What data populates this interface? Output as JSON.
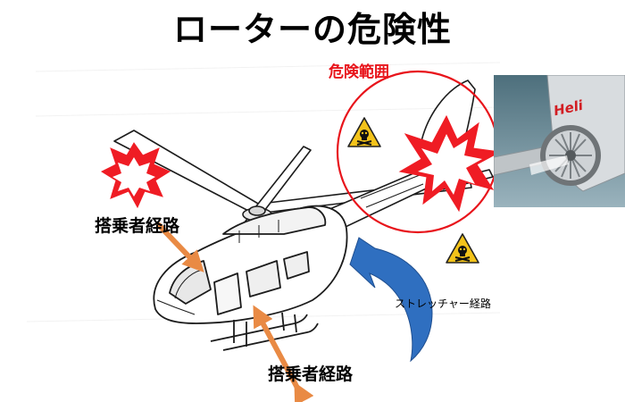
{
  "title": "ローターの危険性",
  "labels": {
    "danger_zone": "危険範囲",
    "boarding_route_upper": "搭乗者経路",
    "boarding_route_lower": "搭乗者経路",
    "stretcher_route": "ストレッチャー経路"
  },
  "photo": {
    "tail_text": "Heli"
  },
  "colors": {
    "danger_red": "#e8141b",
    "warning_yellow": "#f3c31a",
    "route_orange": "#e98a44",
    "stretcher_blue": "#2f6fc0",
    "blast_red": "#ef1c24",
    "blast_yellow": "#fff21f"
  },
  "icons": [
    "skull-warning-icon",
    "skull-warning-icon",
    "blast-icon",
    "blast-icon"
  ]
}
